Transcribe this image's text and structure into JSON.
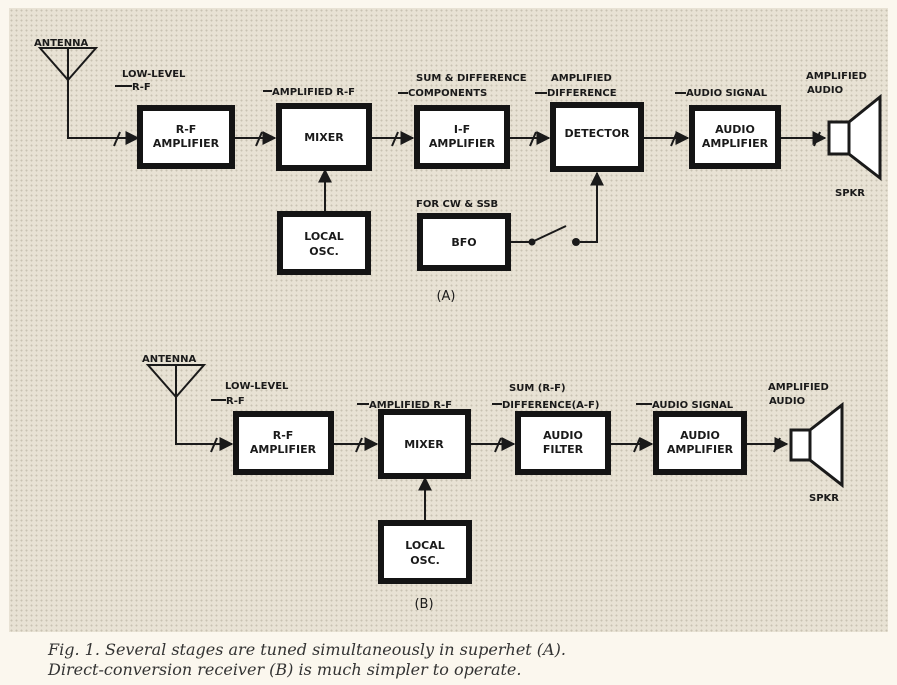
{
  "diagram_a": {
    "subtitle": "(A)",
    "antenna": "ANTENNA",
    "speaker": "SPKR",
    "signals": {
      "low_level_1": "LOW-LEVEL",
      "low_level_2": "R-F",
      "amplified_rf": "AMPLIFIED R-F",
      "sum_diff_1": "SUM & DIFFERENCE",
      "sum_diff_2": "COMPONENTS",
      "amp_diff_1": "AMPLIFIED",
      "amp_diff_2": "DIFFERENCE",
      "audio_signal": "AUDIO SIGNAL",
      "amp_audio_1": "AMPLIFIED",
      "amp_audio_2": "AUDIO",
      "cw_ssb": "FOR CW & SSB"
    },
    "blocks": {
      "rf_amp_1": "R-F",
      "rf_amp_2": "AMPLIFIER",
      "mixer": "MIXER",
      "if_amp_1": "I-F",
      "if_amp_2": "AMPLIFIER",
      "detector": "DETECTOR",
      "audio_amp_1": "AUDIO",
      "audio_amp_2": "AMPLIFIER",
      "local_osc_1": "LOCAL",
      "local_osc_2": "OSC.",
      "bfo": "BFO"
    }
  },
  "diagram_b": {
    "subtitle": "(B)",
    "antenna": "ANTENNA",
    "speaker": "SPKR",
    "signals": {
      "low_level_1": "LOW-LEVEL",
      "low_level_2": "R-F",
      "amplified_rf": "AMPLIFIED R-F",
      "sum_1": "SUM (R-F)",
      "diff_2": "DIFFERENCE(A-F)",
      "audio_signal": "AUDIO SIGNAL",
      "amp_audio_1": "AMPLIFIED",
      "amp_audio_2": "AUDIO"
    },
    "blocks": {
      "rf_amp_1": "R-F",
      "rf_amp_2": "AMPLIFIER",
      "mixer": "MIXER",
      "audio_filter_1": "AUDIO",
      "audio_filter_2": "FILTER",
      "audio_amp_1": "AUDIO",
      "audio_amp_2": "AMPLIFIER",
      "local_osc_1": "LOCAL",
      "local_osc_2": "OSC."
    }
  },
  "caption": {
    "line1": "Fig. 1. Several stages are tuned simultaneously in superhet (A).",
    "line2": "Direct-conversion receiver (B) is much simpler to operate."
  }
}
